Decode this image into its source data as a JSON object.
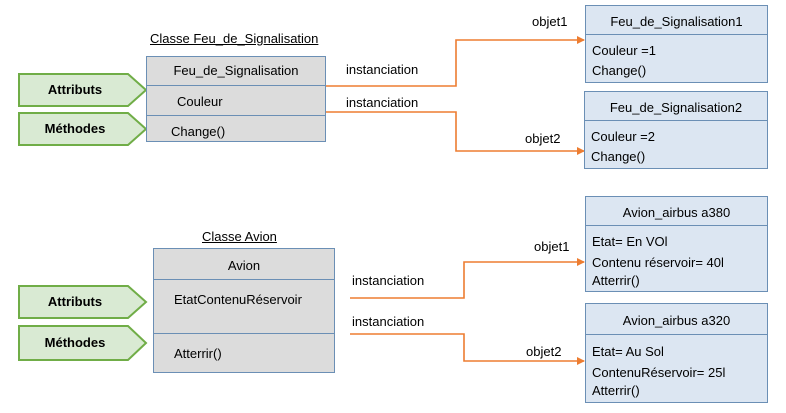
{
  "colors": {
    "arrow": "#ed7d31",
    "tag_fill": "#d9ead3",
    "tag_stroke": "#70ad47",
    "class_fill": "#dcdcdc",
    "object_fill": "#dce6f2",
    "border": "#6b8fb5"
  },
  "feu": {
    "caption": "Classe Feu_de_Signalisation",
    "tags": {
      "attributs": "Attributs",
      "methodes": "Méthodes"
    },
    "class": {
      "name": "Feu_de_Signalisation",
      "attribute": "Couleur",
      "method": "Change()"
    },
    "links": [
      {
        "action": "instanciation",
        "object_label": "objet1"
      },
      {
        "action": "instanciation",
        "object_label": "objet2"
      }
    ],
    "objects": [
      {
        "name": "Feu_de_Signalisation1",
        "lines": [
          "Couleur =1",
          "Change()"
        ]
      },
      {
        "name": "Feu_de_Signalisation2",
        "lines": [
          "Couleur =2",
          "Change()"
        ]
      }
    ]
  },
  "avion": {
    "caption": "Classe Avion",
    "tags": {
      "attributs": "Attributs",
      "methodes": "Méthodes"
    },
    "class": {
      "name": "Avion",
      "attribute": "EtatContenuRéservoir",
      "method": "Atterrir()"
    },
    "links": [
      {
        "action": "instanciation",
        "object_label": "objet1"
      },
      {
        "action": "instanciation",
        "object_label": "objet2"
      }
    ],
    "objects": [
      {
        "name": "Avion_airbus a380",
        "lines": [
          "Etat= En VOl",
          "Contenu réservoir= 40l",
          "Atterrir()"
        ]
      },
      {
        "name": "Avion_airbus a320",
        "lines": [
          "Etat= Au Sol",
          "ContenuRéservoir= 25l",
          "Atterrir()"
        ]
      }
    ]
  }
}
